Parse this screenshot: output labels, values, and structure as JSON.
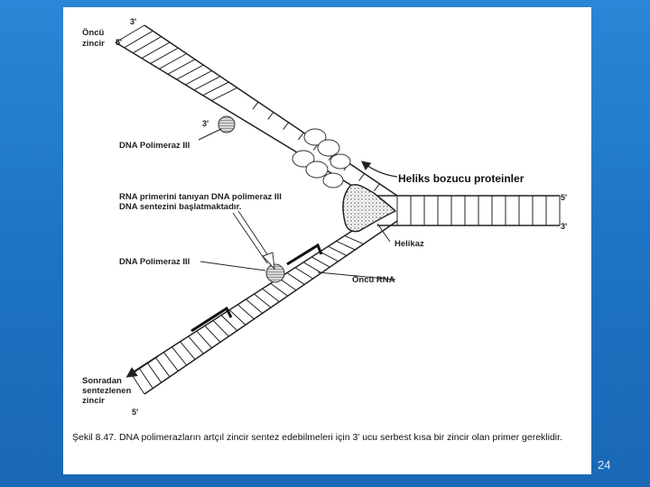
{
  "labels": {
    "leading_strand": [
      "Öncü",
      "zincir"
    ],
    "lagging_strand": [
      "Sonradan",
      "sentezlenen",
      "zincir"
    ],
    "pol_top": "DNA Polimeraz III",
    "pol_bottom": "DNA Polimeraz III",
    "rna_primer_note": [
      "RNA primerini tanıyan DNA polimeraz III",
      "DNA sentezini başlatmaktadır."
    ],
    "helix_proteins": "Heliks bozucu proteinler",
    "helicase": "Helikaz",
    "primer_rna": "Öncü RNA",
    "end_3": "3'",
    "end_5": "5'"
  },
  "caption": "Şekil 8.47. DNA polimerazların artçıl zincir sentez edebilmeleri için 3' ucu serbest kısa bir zincir olan primer gereklidir.",
  "slide_number": "24",
  "colors": {
    "background": "#1f78c8",
    "panel": "#ffffff",
    "ink": "#222222"
  }
}
